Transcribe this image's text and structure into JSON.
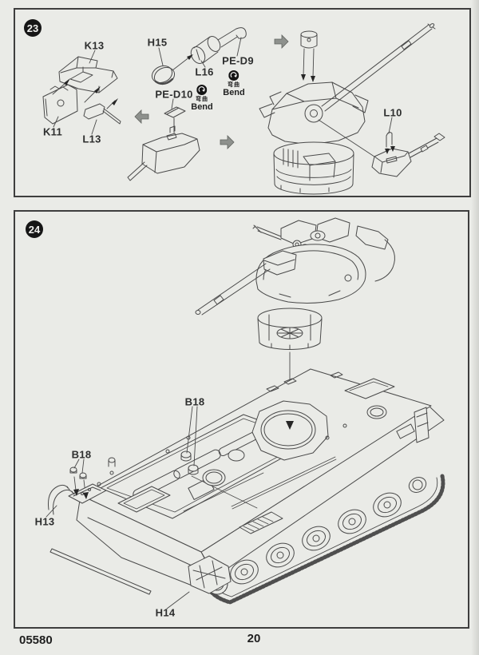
{
  "steps": {
    "step23": {
      "badge": "23",
      "labels": {
        "k13": "K13",
        "h15": "H15",
        "l16": "L16",
        "pe_d9": "PE-D9",
        "pe_d10": "PE-D10",
        "k11": "K11",
        "l13": "L13",
        "l10": "L10"
      },
      "bend_pe_d9": {
        "zh": "弯曲",
        "en": "Bend"
      },
      "bend_pe_d10": {
        "zh": "弯曲",
        "en": "Bend"
      }
    },
    "step24": {
      "badge": "24",
      "labels": {
        "b18_deck": "B18",
        "b18_front": "B18",
        "h13": "H13",
        "h14": "H14"
      }
    }
  },
  "footer": {
    "kit_number": "05580",
    "page_number": "20"
  },
  "icons": {
    "bend_icon": "curved-arrow-in-black-circle",
    "direction_arrow_icon": "gray-block-arrow",
    "assembly_arrow_icon": "black-solid-arrowhead"
  },
  "colors": {
    "paper": "#eaebe7",
    "line_ink": "#4a4a4a",
    "label_ink": "#2d2e2e",
    "panel_border": "#3e3e3e",
    "gray_arrow_fill": "#8e918d",
    "badge_fill": "#161616"
  }
}
